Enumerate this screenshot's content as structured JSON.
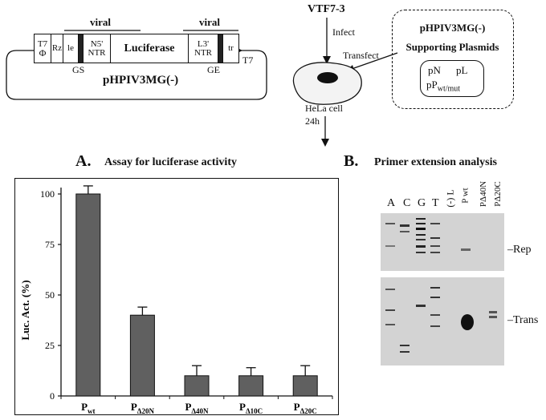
{
  "schematic": {
    "plasmid_name": "pHPIV3MG(-)",
    "viral_label_left": "viral",
    "viral_label_right": "viral",
    "t7_promoter": "T7",
    "phi_symbol": "Φ",
    "rz": "Rz",
    "le": "le",
    "n5_ntr_line1": "N5'",
    "n5_ntr_line2": "NTR",
    "luciferase": "Luciferase",
    "l3_ntr_line1": "L3'",
    "l3_ntr_line2": "NTR",
    "tr": "tr",
    "gs": "GS",
    "ge": "GE",
    "t7_terminator": "T7",
    "virus": "VTF7-3",
    "infect": "Infect",
    "transfect": "Transfect",
    "cell_label": "HeLa cell",
    "time_label": "24h",
    "plasmids_box_title": "pHPIV3MG(-)",
    "supporting_plasmids": "Supporting Plasmids",
    "pN": "pN",
    "pL": "pL",
    "pP_base": "pP",
    "pP_sub": "wt/mut"
  },
  "panel_a": {
    "letter": "A.",
    "title": "Assay for luciferase activity"
  },
  "panel_b": {
    "letter": "B.",
    "title": "Primer extension analysis",
    "lanes": [
      "A",
      "C",
      "G",
      "T",
      "(-) L",
      "P wt",
      "PΔ40N",
      "PΔ20C"
    ],
    "rep_label": "Rep",
    "trans_label": "Trans"
  },
  "chart_data": {
    "type": "bar",
    "categories": [
      {
        "base": "P",
        "sub": "wt"
      },
      {
        "base": "P",
        "sub": "Δ20N"
      },
      {
        "base": "P",
        "sub": "Δ40N"
      },
      {
        "base": "P",
        "sub": "Δ10C"
      },
      {
        "base": "P",
        "sub": "Δ20C"
      }
    ],
    "values": [
      100,
      40,
      10,
      10,
      10
    ],
    "error": [
      4,
      4,
      5,
      4,
      5
    ],
    "ylabel": "Luc. Act. (%)",
    "xlabel": "",
    "ylim": [
      0,
      110
    ],
    "yticks": [
      0,
      25,
      50,
      75,
      100
    ],
    "bar_color": "#606060",
    "grid": false
  }
}
